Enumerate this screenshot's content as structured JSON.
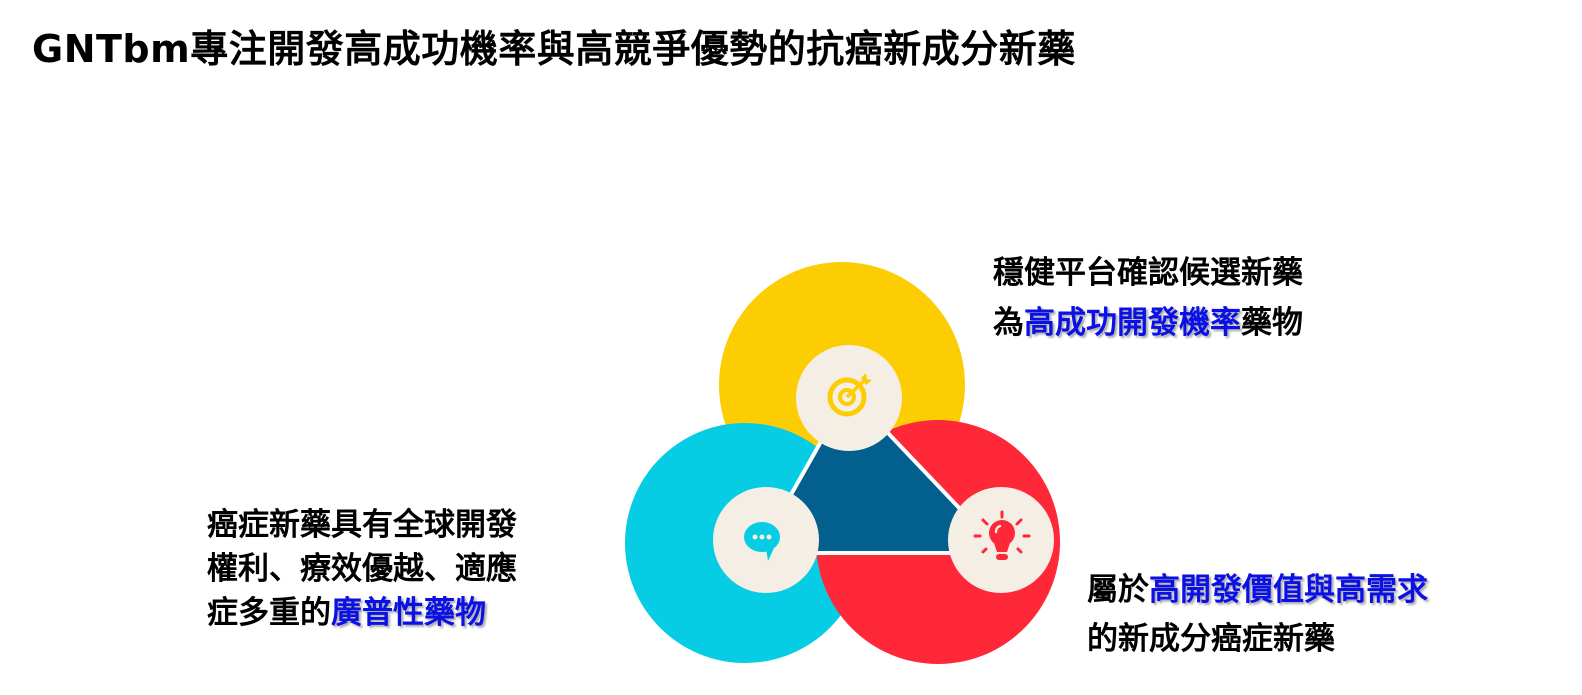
{
  "title": "GNTbm專注開發高成功機率與高競爭優勢的抗癌新成分新藥",
  "points": [
    {
      "icon": "target-icon",
      "color": "#FDCD04",
      "line1": "穩健平台確認候選新藥",
      "line2_prefix": "為",
      "line2_highlight": "高成功開發機率",
      "line2_suffix": "藥物"
    },
    {
      "icon": "speech-bubble-icon",
      "color": "#06CCE4",
      "line1": "癌症新藥具有全球開發",
      "line2": "權利、療效優越、適應",
      "line3_prefix": "症多重的",
      "line3_highlight": "廣普性藥物"
    },
    {
      "icon": "lightbulb-icon",
      "color": "#FE2839",
      "line1_prefix": "屬於",
      "line1_highlight": "高開發價值與高需求",
      "line2": "的新成分癌症新藥"
    }
  ],
  "colors": {
    "center": "#035F8D",
    "icon_bg": "#F4EEE4",
    "highlight": "#0A10E6"
  }
}
